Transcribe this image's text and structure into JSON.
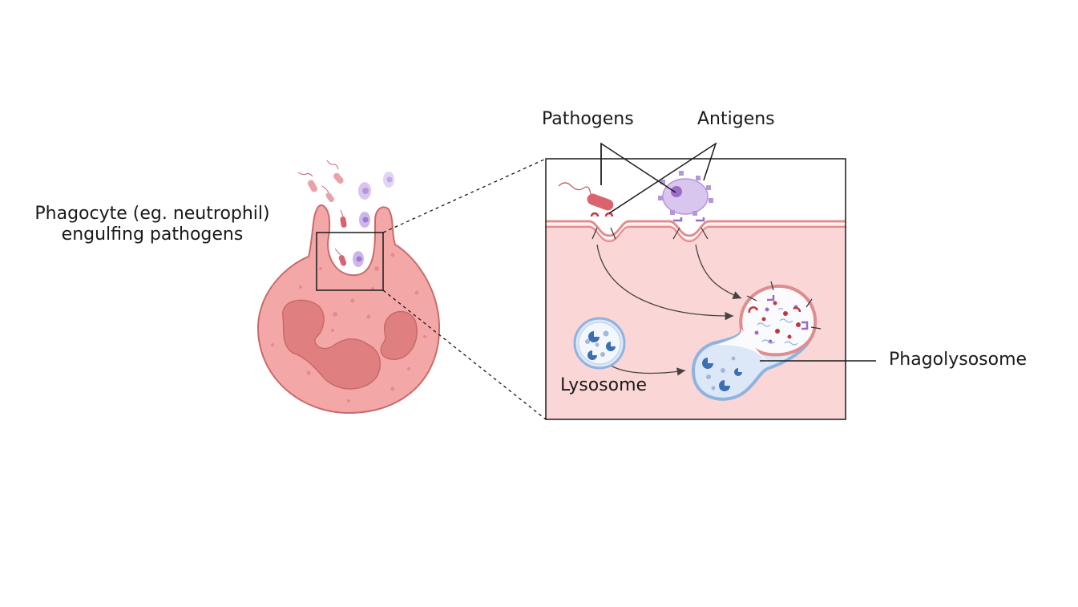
{
  "labels": {
    "phagocyte_line1": "Phagocyte (eg. neutrophil)",
    "phagocyte_line2": "engulfing pathogens",
    "pathogens": "Pathogens",
    "antigens": "Antigens",
    "lysosome": "Lysosome",
    "phagolysosome": "Phagolysosome"
  },
  "colors": {
    "cell_fill": "#f4a7a7",
    "cell_stroke": "#c96a6a",
    "nucleus_fill": "#e07f80",
    "cytoplasm_fill": "#fbd6d6",
    "membrane": "#e08d8d",
    "pathogen": "#d96470",
    "antigen_cell": "#c9b3e6",
    "antigen_marker": "#9a6cc8",
    "lysosome_membrane": "#8fb3e0",
    "lysosome_enzyme": "#3a6fb5"
  },
  "icons": {
    "phagocyte": "phagocyte-cell-icon",
    "bacterium": "bacterium-icon",
    "virus_cell": "antigen-cell-icon",
    "lysosome": "lysosome-icon",
    "phagolysosome": "phagolysosome-icon"
  }
}
